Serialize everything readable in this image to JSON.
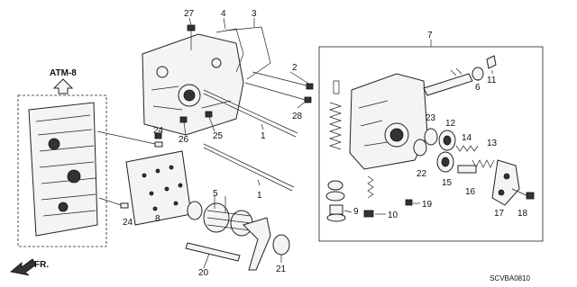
{
  "diagram": {
    "reference_label": "ATM-8",
    "direction_label": "FR.",
    "code": "SCVBA0810",
    "callouts": [
      "27",
      "4",
      "3",
      "2",
      "28",
      "1",
      "1",
      "24",
      "26",
      "25",
      "24",
      "8",
      "5",
      "20",
      "21",
      "7",
      "6",
      "11",
      "23",
      "12",
      "22",
      "15",
      "14",
      "13",
      "16",
      "17",
      "18",
      "9",
      "10",
      "19"
    ]
  }
}
